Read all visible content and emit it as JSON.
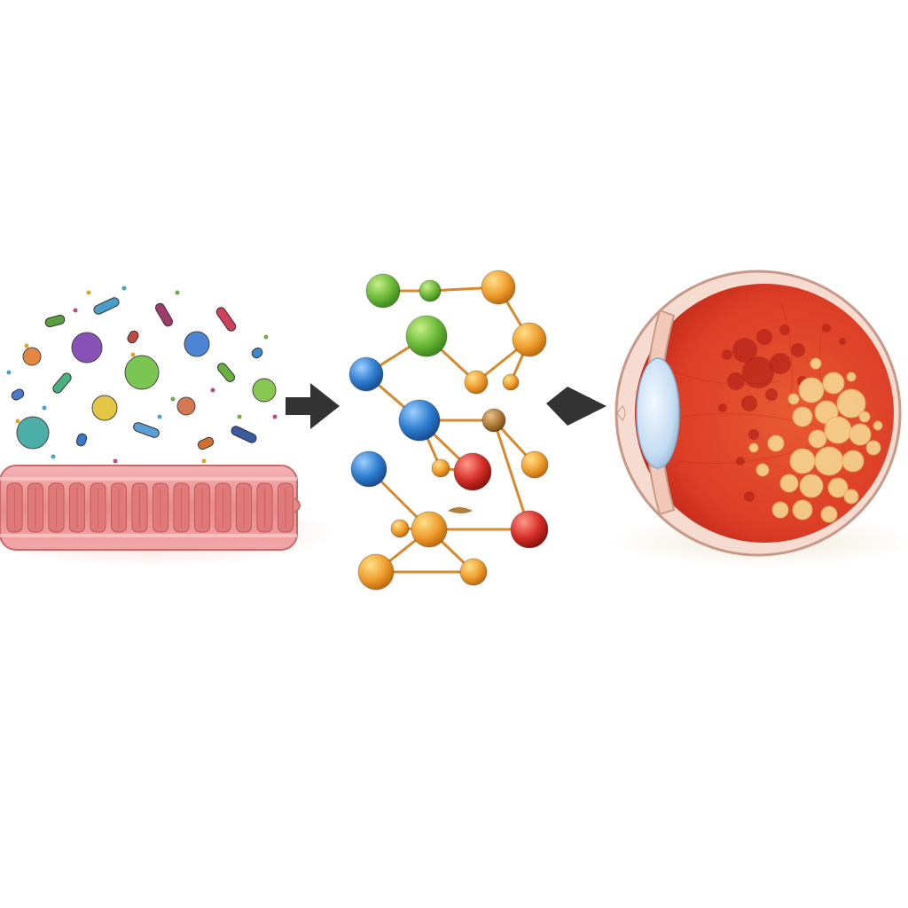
{
  "diagram": {
    "flow": [
      "gut-microbiota-panel",
      "metabolite-network-panel",
      "retina-eye-panel"
    ],
    "colors": {
      "background": "#ffffff",
      "intestine": "#e88a8a",
      "intestine_dark": "#c85a5a",
      "arrow": "#333333",
      "node_green": "#6dbb3a",
      "node_blue": "#2f7fd1",
      "node_orange": "#f0a030",
      "node_red": "#d8302b",
      "node_brown": "#b07d3a",
      "eye_red": "#e0402a",
      "eye_lesion": "#f5cf8c",
      "eye_sclera": "#f6dcd0",
      "eye_lens": "#cfe3f4"
    },
    "icons": {
      "microbes": "bacteria-icon",
      "intestine": "intestine-icon",
      "arrow": "arrow-right-icon",
      "molecule": "molecule-node-icon",
      "eye": "eye-icon"
    }
  }
}
